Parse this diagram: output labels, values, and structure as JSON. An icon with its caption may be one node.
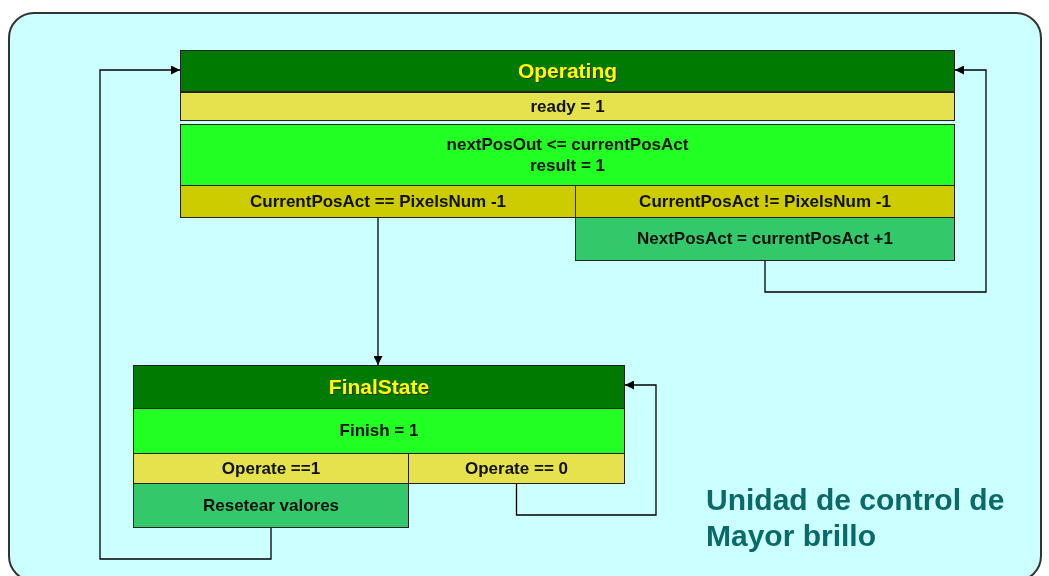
{
  "diagram": {
    "nodes": [
      {
        "text": [
          "Operating"
        ]
      },
      {
        "text": [
          "ready = 1"
        ]
      },
      {
        "text": [
          "nextPosOut <= currentPosAct",
          "result = 1"
        ]
      },
      {
        "text": [
          "CurrentPosAct == PixelsNum -1"
        ]
      },
      {
        "text": [
          "CurrentPosAct != PixelsNum -1"
        ]
      },
      {
        "text": [
          "NextPosAct = currentPosAct +1"
        ]
      },
      {
        "text": [
          "FinalState"
        ]
      },
      {
        "text": [
          "Finish = 1"
        ]
      },
      {
        "text": [
          "Operate ==1"
        ]
      },
      {
        "text": [
          "Operate == 0"
        ]
      },
      {
        "text": [
          "Resetear valores"
        ]
      }
    ],
    "edges": [
      {
        "from": 3,
        "to": 6,
        "arrow": "to"
      },
      {
        "from": 5,
        "to": 0,
        "arrow": "to"
      },
      {
        "from": 9,
        "to": 6,
        "arrow": "to"
      },
      {
        "from": 10,
        "to": 0,
        "arrow": "to"
      }
    ],
    "labels": [
      "Unidad de control de Mayor brillo"
    ]
  }
}
